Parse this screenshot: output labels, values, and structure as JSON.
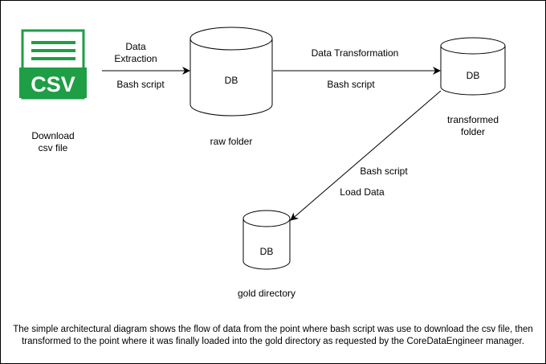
{
  "nodes": {
    "csv_icon": {
      "text": "CSV",
      "color": "#1e9e45",
      "icon": "csv-file-icon"
    },
    "download_label": {
      "line1": "Download",
      "line2": "csv file"
    },
    "db_raw": {
      "text": "DB",
      "label": "raw folder"
    },
    "db_transformed": {
      "text": "DB",
      "label_line1": "transformed",
      "label_line2": "folder"
    },
    "db_gold": {
      "text": "DB",
      "label": "gold directory"
    }
  },
  "edges": {
    "extraction": {
      "line1": "Data",
      "line2": "Extraction",
      "script": "Bash script"
    },
    "transformation": {
      "label": "Data Transformation",
      "script": "Bash script"
    },
    "load": {
      "script": "Bash script",
      "label": "Load Data"
    }
  },
  "caption": {
    "line1": "The simple architectural diagram shows the flow of data from the point where bash script was use to download the csv file, then",
    "line2": "transformed to the point where it was finally loaded into the gold directory as requested by the CoreDataEngineer manager."
  }
}
